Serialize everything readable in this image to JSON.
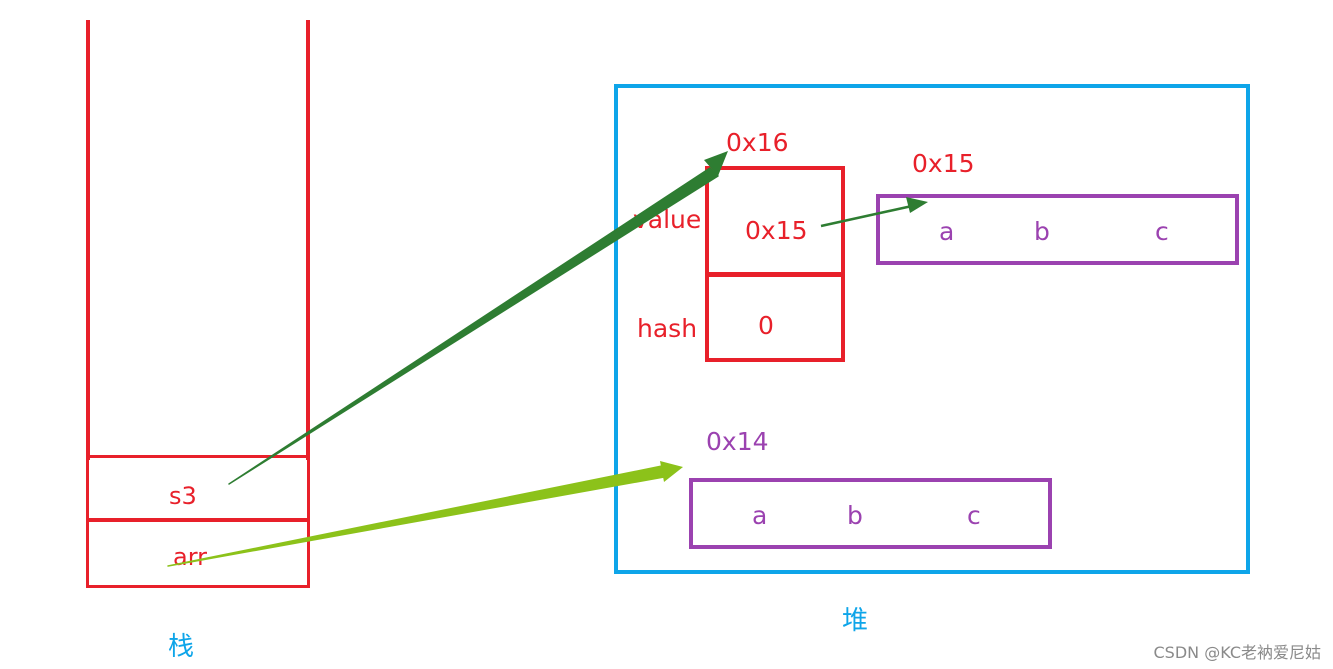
{
  "stack": {
    "label": "栈",
    "slots": [
      {
        "name": "s3"
      },
      {
        "name": "arr"
      }
    ]
  },
  "heap": {
    "label": "堆",
    "string_object": {
      "address": "0x16",
      "fields": [
        {
          "name": "value",
          "value": "0x15"
        },
        {
          "name": "hash",
          "value": "0"
        }
      ]
    },
    "arrays": [
      {
        "address": "0x15",
        "elements": [
          "a",
          "b",
          "c"
        ]
      },
      {
        "address": "0x14",
        "elements": [
          "a",
          "b",
          "c"
        ]
      }
    ]
  },
  "watermark": "CSDN @KC老衲爱尼姑",
  "colors": {
    "stack": "#e8202a",
    "heap_border": "#0ea5e9",
    "array_border": "#9b42b0",
    "arrow_s3": "#2e7d32",
    "arrow_arr": "#8cc21a"
  }
}
